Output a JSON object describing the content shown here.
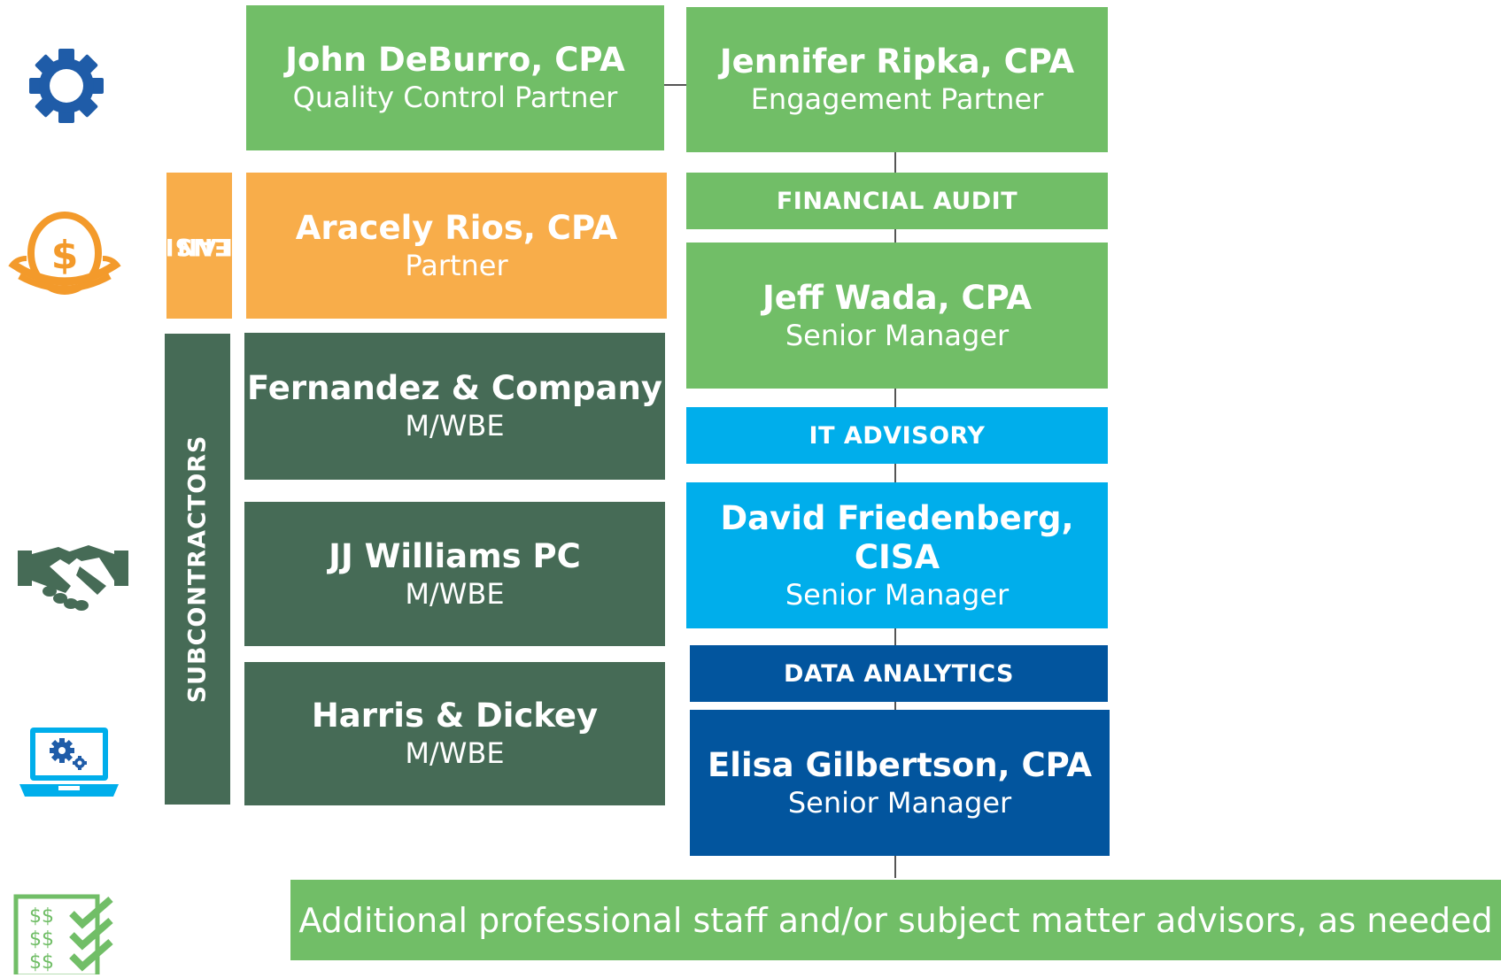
{
  "colors": {
    "green": "#71BE67",
    "orange": "#F8AD4A",
    "dark_green": "#466B56",
    "cyan": "#00AEEB",
    "navy": "#02559E"
  },
  "icons": [
    "gear-icon",
    "money-nest-egg-icon",
    "handshake-icon",
    "laptop-gears-icon",
    "dollar-checklist-icon"
  ],
  "quality_control": {
    "name": "John DeBurro, CPA",
    "role": "Quality Control Partner"
  },
  "engagement": {
    "name": "Jennifer Ripka, CPA",
    "role": "Engagement Partner"
  },
  "pension": {
    "label_line1": "PENSION",
    "label_line2": "PLAN",
    "name": "Aracely Rios, CPA",
    "role": "Partner"
  },
  "subcontractors": {
    "label": "SUBCONTRACTORS",
    "items": [
      {
        "name": "Fernandez & Company",
        "role": "M/WBE"
      },
      {
        "name": "JJ Williams PC",
        "role": "M/WBE"
      },
      {
        "name": "Harris & Dickey",
        "role": "M/WBE"
      }
    ]
  },
  "financial_audit": {
    "label": "FINANCIAL AUDIT",
    "name": "Jeff Wada, CPA",
    "role": "Senior Manager"
  },
  "it_advisory": {
    "label": "IT ADVISORY",
    "name_line1": "David Friedenberg,",
    "name_line2": "CISA",
    "role": "Senior Manager"
  },
  "data_analytics": {
    "label": "DATA ANALYTICS",
    "name": "Elisa Gilbertson, CPA",
    "role": "Senior Manager"
  },
  "additional": {
    "text": "Additional professional staff and/or subject matter advisors, as needed"
  }
}
